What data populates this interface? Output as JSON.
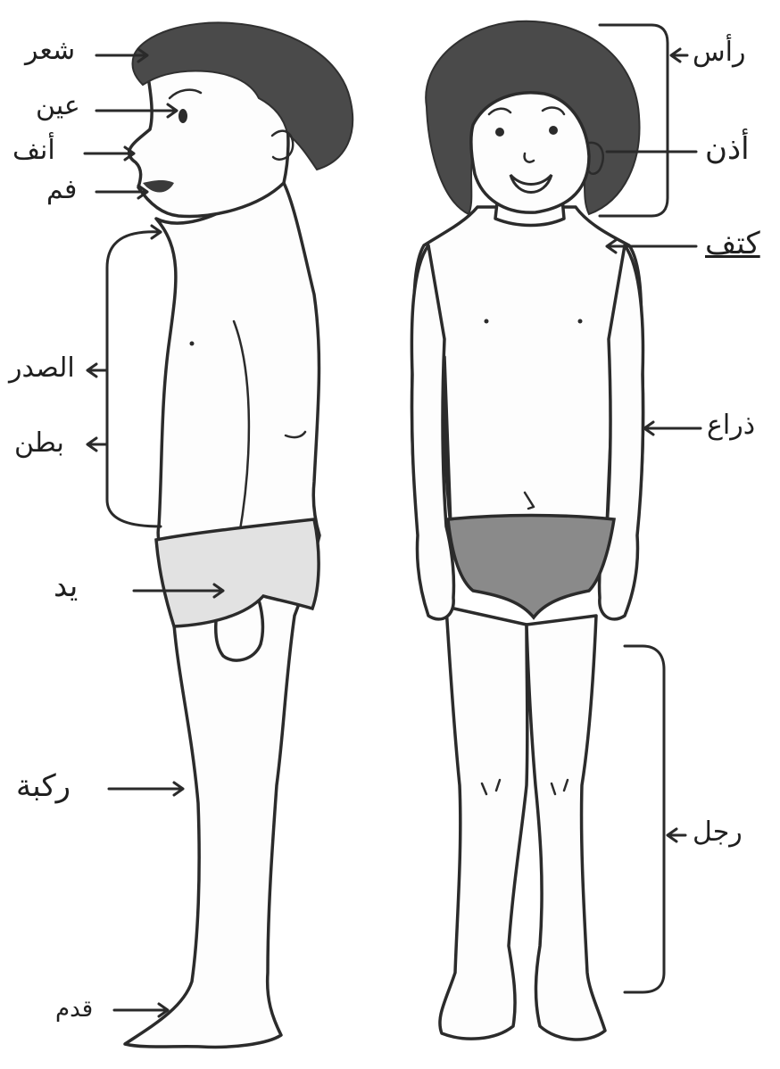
{
  "labels": {
    "hair": "شعر",
    "eye": "عين",
    "nose": "أنف",
    "mouth": "فم",
    "chest": "الصدر",
    "belly": "بطن",
    "hand": "يد",
    "knee": "ركبة",
    "foot": "قدم",
    "head": "رأس",
    "ear": "أذن",
    "shoulder": "كتف",
    "arm": "ذراع",
    "leg": "رجل"
  }
}
